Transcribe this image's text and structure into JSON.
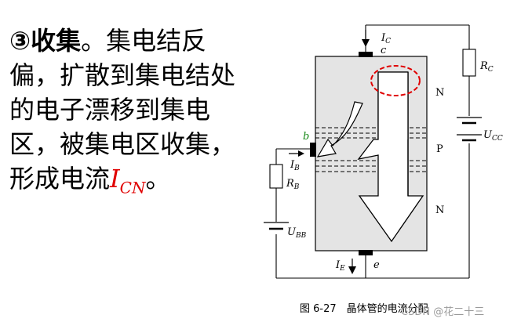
{
  "text": {
    "line1_bold": "③收集",
    "line1_rest": "。集电结反",
    "line2": "偏，扩散到集电结处",
    "line3": "的电子漂移到集电",
    "line4": "区，被集电区收集，",
    "line5_prefix": "形成电流",
    "icn_main": "I",
    "icn_sub": "CN",
    "line5_suffix": "。"
  },
  "diagram": {
    "ic_main": "I",
    "ic_sub": "C",
    "c_label": "c",
    "b_label": "b",
    "e_label": "e",
    "ib_main": "I",
    "ib_sub": "B",
    "rb_main": "R",
    "rb_sub": "B",
    "ubb_main": "U",
    "ubb_sub": "BB",
    "ie_main": "I",
    "ie_sub": "E",
    "rc_main": "R",
    "rc_sub": "C",
    "ucc_main": "U",
    "ucc_sub": "CC",
    "region_top": "N",
    "region_mid": "P",
    "region_bottom": "N",
    "caption": "图 6-27　晶体管的电流分配",
    "watermark": "CSDN @花二十三"
  },
  "colors": {
    "body_fill": "#e4e4e4",
    "highlight_red": "#e00000",
    "electrode": "#000000"
  }
}
